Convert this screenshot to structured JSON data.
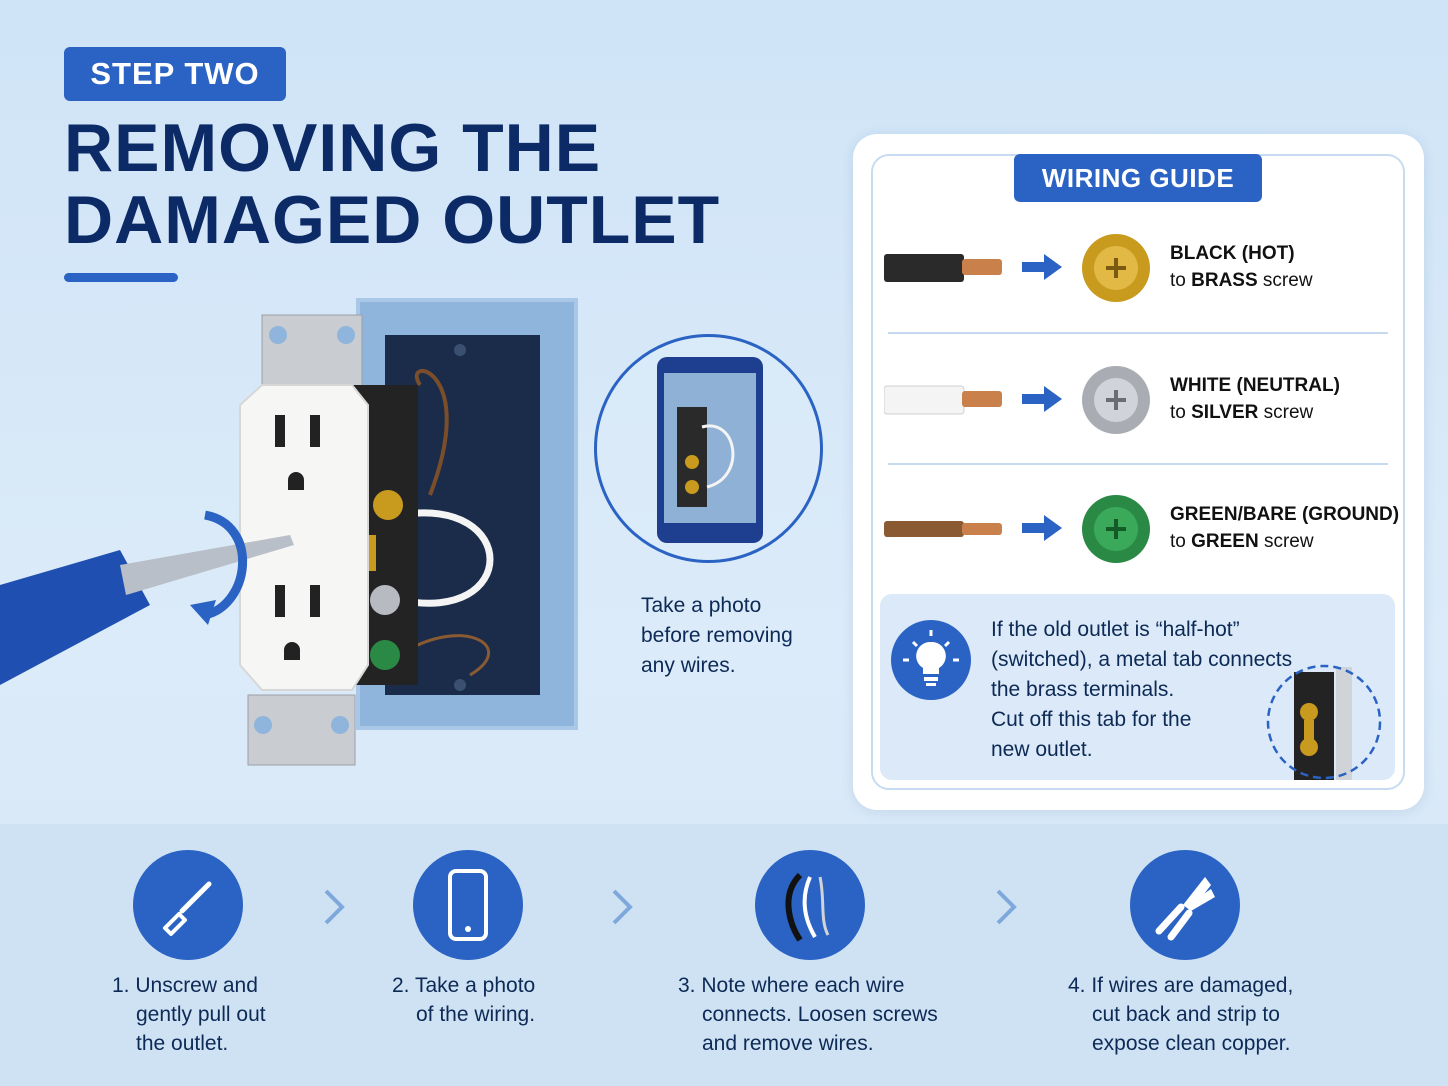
{
  "header": {
    "step_badge": "STEP TWO",
    "title_lines": [
      "REMOVING THE",
      "DAMAGED OUTLET"
    ]
  },
  "photo_tip": {
    "caption_lines": [
      "Take a photo",
      "before removing",
      "any wires."
    ]
  },
  "wiring_guide": {
    "title": "WIRING GUIDE",
    "rows": [
      {
        "wire": "BLACK (HOT)",
        "connector": "to ",
        "screw": "BRASS",
        "suffix": " screw",
        "wire_color": "#2a2a2a",
        "screw_color": "#c89a1e"
      },
      {
        "wire": "WHITE (NEUTRAL)",
        "connector": "to ",
        "screw": "SILVER",
        "suffix": " screw",
        "wire_color": "#f2f2f2",
        "screw_color": "#a9adb3"
      },
      {
        "wire": "GREEN/BARE (GROUND)",
        "connector": "to ",
        "screw": "GREEN",
        "suffix": " screw",
        "wire_color": "#8a5a32",
        "screw_color": "#2a8a45"
      }
    ],
    "tip_lines": [
      "If the old outlet is “half-hot”",
      "(switched), a metal tab connects",
      "the brass terminals.",
      "Cut off this tab for the",
      "new outlet."
    ]
  },
  "steps": [
    {
      "icon": "screwdriver-icon",
      "lines": [
        "1. Unscrew and",
        "gently pull out",
        "the outlet."
      ]
    },
    {
      "icon": "phone-icon",
      "lines": [
        "2. Take a photo",
        "of the wiring."
      ]
    },
    {
      "icon": "wires-icon",
      "lines": [
        "3. Note where each wire",
        "connects. Loosen screws",
        "and remove wires."
      ]
    },
    {
      "icon": "pliers-icon",
      "lines": [
        "4. If wires are damaged,",
        "cut back and strip to",
        "expose clean copper."
      ]
    }
  ],
  "colors": {
    "accent": "#2a63c4",
    "title": "#0c2a66",
    "background": "#d4e6f6"
  }
}
